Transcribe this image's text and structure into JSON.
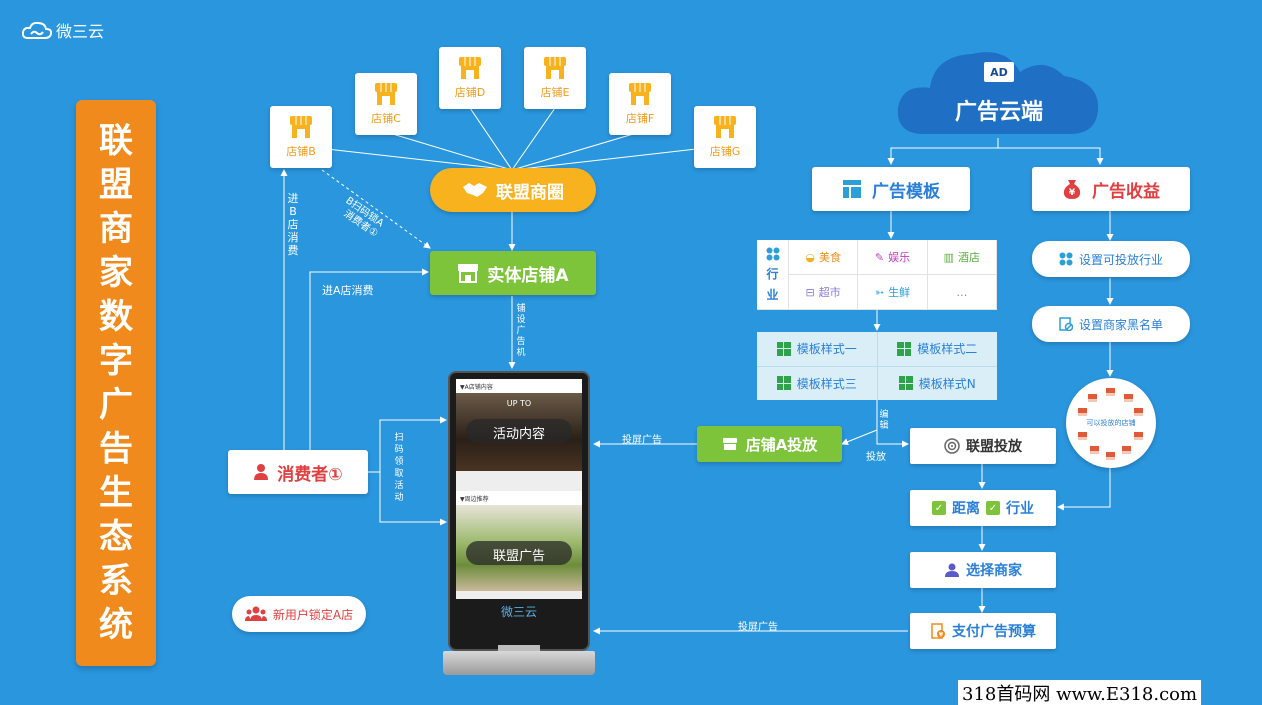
{
  "logo": {
    "text": "微三云"
  },
  "side_title": [
    "联",
    "盟",
    "商",
    "家",
    "数",
    "字",
    "广",
    "告",
    "生",
    "态",
    "系",
    "统"
  ],
  "stores": {
    "b": "店铺B",
    "c": "店铺C",
    "d": "店铺D",
    "e": "店铺E",
    "f": "店铺F",
    "g": "店铺G"
  },
  "alliance": {
    "label": "联盟商圈"
  },
  "store_a": {
    "label": "实体店铺A"
  },
  "labels": {
    "enter_b": "进B店消费",
    "b_scan": "B扫码锁A",
    "b_scan2": "消费者①",
    "enter_a": "进A店消费",
    "install_machine": "铺设广告机",
    "scan_collect": "扫码领取活动",
    "screen_ad": "投屏广告",
    "screen_ad2": "投屏广告",
    "edit": "编辑",
    "launch": "投放"
  },
  "consumer": {
    "label": "消费者①"
  },
  "new_user": {
    "label": "新用户锁定A店"
  },
  "screen": {
    "head1": "▼A店铺内容",
    "banner1": "活动内容",
    "head2": "▼周边推荐",
    "banner2": "联盟广告",
    "logo": "微三云",
    "up_to": "UP TO"
  },
  "cloud": {
    "badge": "AD",
    "title": "广告云端"
  },
  "template": {
    "label": "广告模板"
  },
  "revenue": {
    "label": "广告收益"
  },
  "industry": {
    "head": [
      "行",
      "业"
    ],
    "items": [
      "美食",
      "娱乐",
      "酒店",
      "超市",
      "生鲜",
      "…"
    ]
  },
  "template_styles": [
    "模板样式一",
    "模板样式二",
    "模板样式三",
    "模板样式N"
  ],
  "store_a_launch": {
    "label": "店铺A投放"
  },
  "set_industry": {
    "label": "设置可投放行业"
  },
  "set_blacklist": {
    "label": "设置商家黑名单"
  },
  "circle": {
    "label": "可以投放的店铺"
  },
  "alliance_launch": {
    "label": "联盟投放"
  },
  "filter": {
    "distance": "距离",
    "industry": "行业"
  },
  "select_merchant": {
    "label": "选择商家"
  },
  "pay_budget": {
    "label": "支付广告预算"
  },
  "watermark": "318首码网 www.E318.com",
  "colors": {
    "background": "#2a96de",
    "orange": "#f08a1c",
    "green": "#7dc43a",
    "yellow": "#f7b21e",
    "cloud": "#1f6fc4"
  }
}
